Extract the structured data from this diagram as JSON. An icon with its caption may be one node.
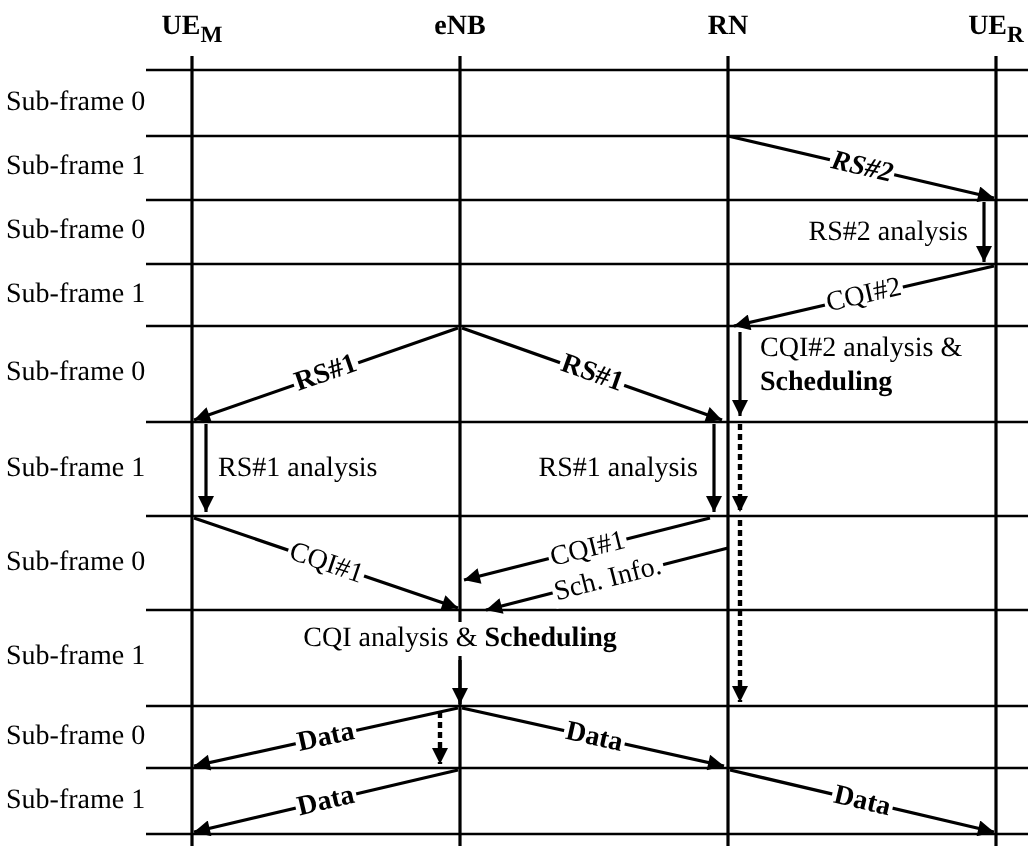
{
  "diagram": {
    "nodes": [
      {
        "text": [
          "UE$_{M}$"
        ]
      },
      {
        "text": [
          "eNB"
        ]
      },
      {
        "text": [
          "RN"
        ]
      },
      {
        "text": [
          "UE$_{R}$"
        ]
      }
    ],
    "edges": [
      {
        "from": 2,
        "to": 3,
        "arrow": "to",
        "label": "RS#2"
      },
      {
        "from": 3,
        "to": 3,
        "arrow": "to",
        "label": "RS#2 analysis"
      },
      {
        "from": 3,
        "to": 2,
        "arrow": "to",
        "label": "CQI#2"
      },
      {
        "from": 1,
        "to": 0,
        "arrow": "to",
        "label": "RS#1"
      },
      {
        "from": 1,
        "to": 2,
        "arrow": "to",
        "label": "RS#1"
      },
      {
        "from": 2,
        "to": 2,
        "arrow": "to",
        "label": "CQI#2 analysis & **Scheduling**"
      },
      {
        "from": 2,
        "to": 2,
        "arrow": "to",
        "style": "dashed"
      },
      {
        "from": 2,
        "to": 2,
        "arrow": "to",
        "style": "dashed"
      },
      {
        "from": 0,
        "to": 0,
        "arrow": "to",
        "label": "RS#1 analysis"
      },
      {
        "from": 2,
        "to": 2,
        "arrow": "to",
        "label": "RS#1 analysis"
      },
      {
        "from": 0,
        "to": 1,
        "arrow": "to",
        "label": "CQI#1"
      },
      {
        "from": 2,
        "to": 1,
        "arrow": "to",
        "label": "CQI#1"
      },
      {
        "from": 2,
        "to": 1,
        "arrow": "to",
        "label": "Sch. Info."
      },
      {
        "from": 1,
        "to": 1,
        "arrow": "to",
        "label": "CQI analysis & **Scheduling**"
      },
      {
        "from": 1,
        "to": 0,
        "arrow": "to",
        "label": "Data"
      },
      {
        "from": 1,
        "to": 1,
        "arrow": "to",
        "style": "dashed"
      },
      {
        "from": 1,
        "to": 2,
        "arrow": "to",
        "label": "Data"
      },
      {
        "from": 1,
        "to": 0,
        "arrow": "to",
        "label": "Data"
      },
      {
        "from": 2,
        "to": 3,
        "arrow": "to",
        "label": "Data"
      }
    ],
    "labels": [
      "Sub-frame 0",
      "Sub-frame 1",
      "Sub-frame 0",
      "Sub-frame 1",
      "Sub-frame 0",
      "Sub-frame 1",
      "Sub-frame 0",
      "Sub-frame 1",
      "Sub-frame 0",
      "Sub-frame 1"
    ]
  }
}
